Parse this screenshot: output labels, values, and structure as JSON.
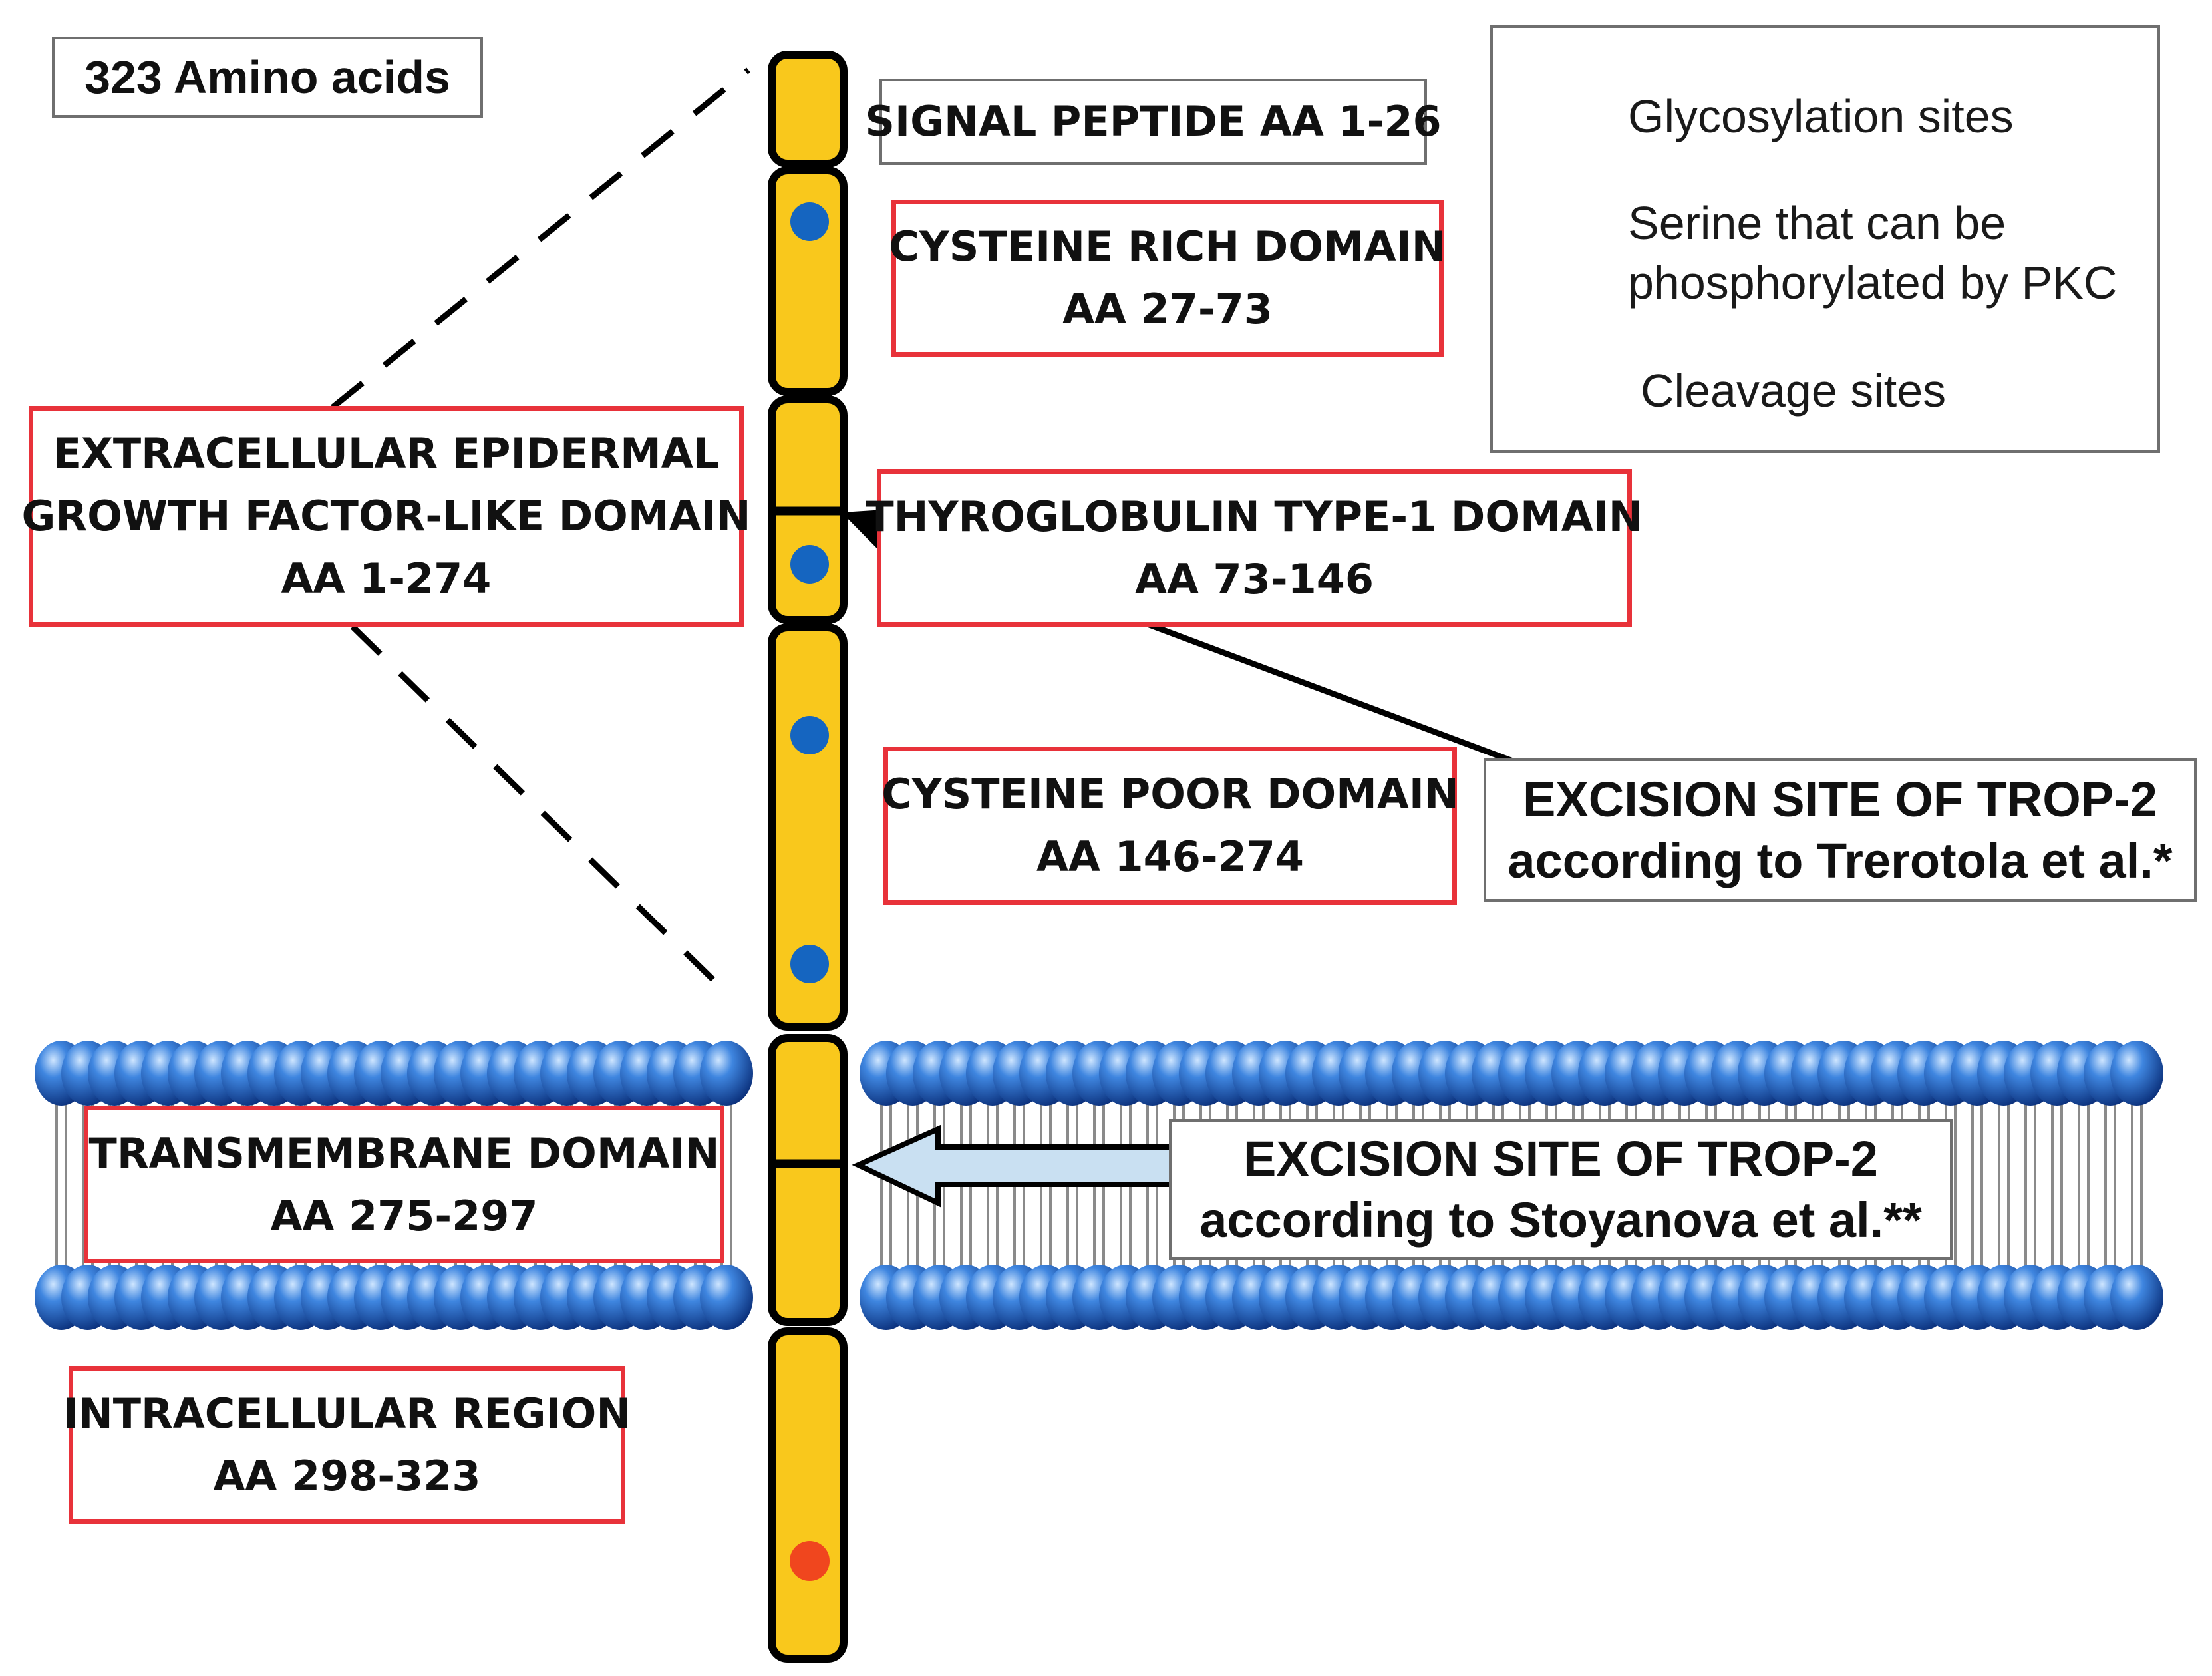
{
  "title_box": "323 Amino acids",
  "domains": {
    "signal_peptide": [
      "SIGNAL PEPTIDE AA 1-26"
    ],
    "cysteine_rich": [
      "CYSTEINE RICH DOMAIN",
      "AA 27-73"
    ],
    "extracellular_egf": [
      "EXTRACELLULAR EPIDERMAL",
      "GROWTH FACTOR-LIKE DOMAIN",
      "AA 1-274"
    ],
    "thyroglobulin": [
      "THYROGLOBULIN TYPE-1 DOMAIN",
      "AA 73-146"
    ],
    "cysteine_poor": [
      "CYSTEINE POOR DOMAIN",
      "AA 146-274"
    ],
    "transmembrane": [
      "TRANSMEMBRANE DOMAIN",
      "AA 275-297"
    ],
    "intracellular": [
      "INTRACELLULAR REGION",
      "AA 298-323"
    ]
  },
  "excision_sites": {
    "trerotola": [
      "EXCISION SITE OF TROP-2",
      "according to Trerotola et al.*"
    ],
    "stoyanova": [
      "EXCISION SITE OF TROP-2",
      "according to  Stoyanova et al.**"
    ]
  },
  "legend": {
    "glycosylation": [
      "Glycosylation sites"
    ],
    "serine": [
      "Serine that can be",
      "phosphorylated by PKC"
    ],
    "cleavage": [
      "Cleavage sites"
    ]
  },
  "colors": {
    "segment_fill": "#f9c81c",
    "glycosylation_dot": "#1565c0",
    "serine_dot": "#f0461e",
    "box_border": "#e8323a",
    "membrane_head": "#1a56b0",
    "membrane_arrow": "#c9e0f2"
  }
}
